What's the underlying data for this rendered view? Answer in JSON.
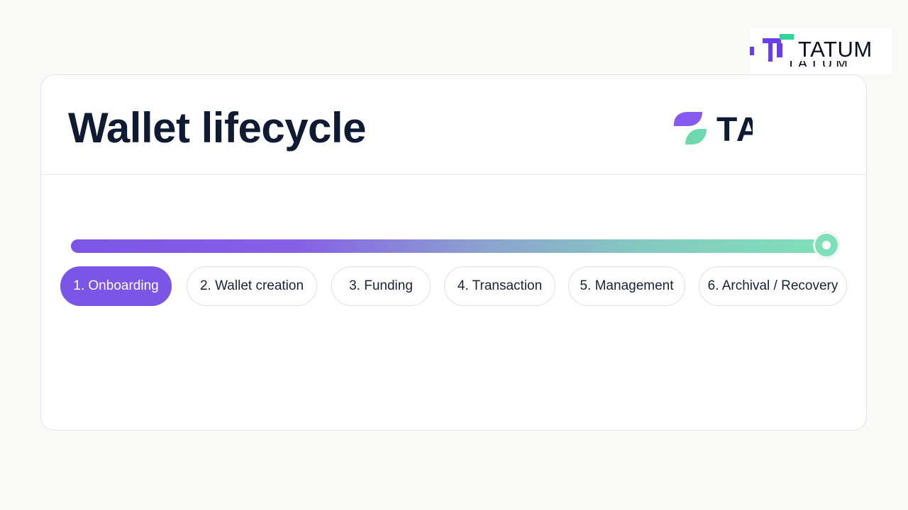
{
  "page_title": "Wallet lifecycle",
  "brand": {
    "corner_logo_text": "TATUM",
    "header_logo_text": "TA",
    "colors": {
      "purple": "#7b56e6",
      "green": "#7fdfb8",
      "navy": "#0f1a33"
    }
  },
  "progress": {
    "value": 1.0
  },
  "steps": [
    {
      "label": "1. Onboarding",
      "active": true
    },
    {
      "label": "2. Wallet creation",
      "active": false
    },
    {
      "label": "3. Funding",
      "active": false
    },
    {
      "label": "4. Transaction",
      "active": false
    },
    {
      "label": "5. Management",
      "active": false
    },
    {
      "label": "6. Archival / Recovery",
      "active": false
    }
  ]
}
